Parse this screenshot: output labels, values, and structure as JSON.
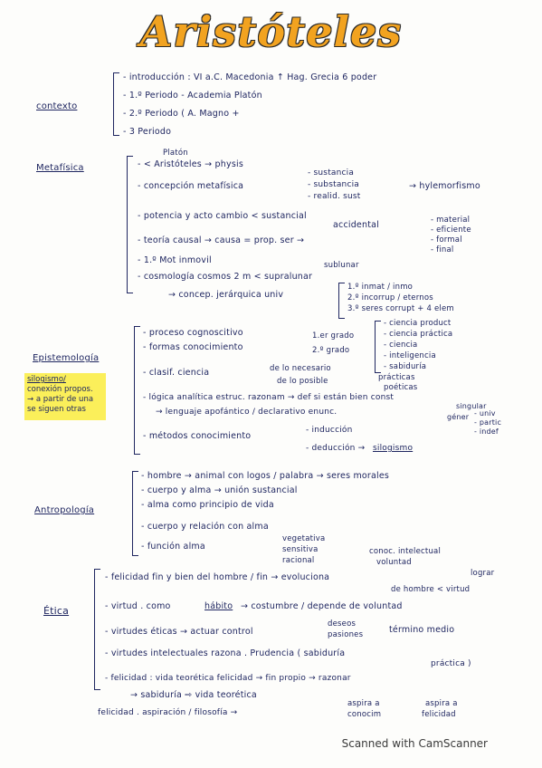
{
  "title": "Aristóteles",
  "contexto": {
    "head": "contexto",
    "lines": [
      "- introducción : VI a.C. Macedonia ↑ Hag. Grecia 6 poder",
      "- 1.º Periodo - Academia Platón",
      "- 2.º Periodo ( A. Magno +",
      "- 3 Periodo"
    ]
  },
  "metafisica": {
    "head": "Metafísica",
    "lines": [
      "Platón",
      "- < Aristóteles → physis",
      "- concepción metafísica",
      "- sustancia",
      "- substancia",
      "- realid. sust",
      "→ hylemorfismo",
      "- potencia y acto  cambio < sustancial",
      "accidental",
      "- material",
      "- eficiente",
      "- formal",
      "- final",
      "- teoría causal → causa = prop. ser →",
      "- 1.º Mot inmovil",
      "sublunar",
      "- cosmología cosmos 2 m < supralunar",
      "→ concep. jerárquica univ",
      "1.º inmat / inmo",
      "2.º incorrup / eternos",
      "3.º seres corrupt + 4 elem"
    ]
  },
  "epistemologia": {
    "head": "Epistemología",
    "lines": [
      "- proceso cognoscitivo",
      "- formas conocimiento",
      "1.er grado",
      "2.º grado",
      "- ciencia product",
      "- ciencia práctica",
      "- ciencia",
      "- inteligencia",
      "- sabiduría",
      "- clasif. ciencia",
      "de lo necesario",
      "de lo posible",
      "prácticas",
      "poéticas",
      "- lógica analítica estruc. razonam → def si están bien const",
      "→ lenguaje apofántico / declarativo enunc.",
      "singular",
      "géner",
      "- univ",
      "- partic",
      "- indef",
      "- métodos conocimiento",
      "- inducción",
      "- deducción →",
      "silogismo"
    ]
  },
  "sticky": [
    "silogismo/",
    "conexión propos.",
    "→ a partir de una",
    "se siguen otras"
  ],
  "antropologia": {
    "head": "Antropología",
    "lines": [
      "- hombre → animal con logos / palabra → seres morales",
      "- cuerpo y alma → unión sustancial",
      "- alma  como principio de vida",
      "- cuerpo y relación con alma",
      "- función alma",
      "vegetativa",
      "sensitiva",
      "racional",
      "conoc. intelectual",
      "voluntad"
    ]
  },
  "etica": {
    "head": "Ética",
    "lines": [
      "- felicidad fin y bien del hombre / fin → evoluciona",
      "lograr",
      "de hombre < virtud",
      "- virtud . como",
      "hábito",
      "→ costumbre / depende de voluntad",
      "- virtudes éticas → actuar control",
      "deseos",
      "pasiones",
      "término medio",
      "- virtudes intelectuales razona . Prudencia ( sabiduría",
      "práctica )",
      "- felicidad : vida teorética  felicidad → fin propio → razonar",
      "→ sabiduría ⇨ vida teorética",
      "felicidad . aspiración / filosofía →",
      "aspira a",
      "conocim",
      "aspira a",
      "felicidad"
    ]
  },
  "footer": "Scanned with CamScanner"
}
